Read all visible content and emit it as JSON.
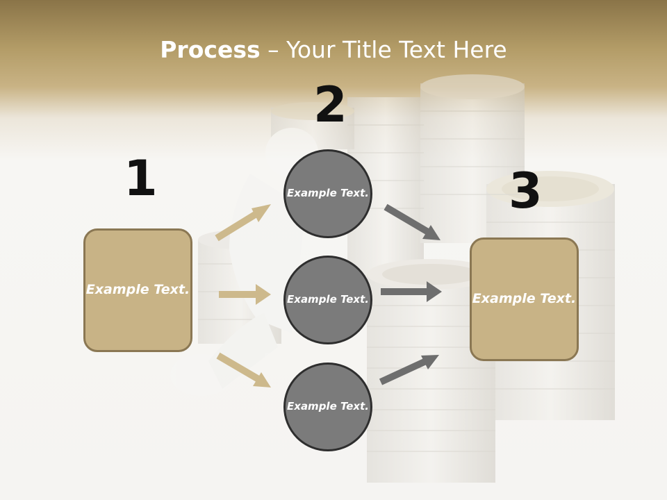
{
  "title": {
    "bold": "Process",
    "dash": " – ",
    "rest": "Your Title Text Here"
  },
  "steps": [
    {
      "number": "1",
      "text": "Example Text."
    },
    {
      "number": "2",
      "items": [
        "Example Text.",
        "Example Text.",
        "Example Text."
      ]
    },
    {
      "number": "3",
      "text": "Example Text."
    }
  ],
  "colors": {
    "box_fill": "#c8b386",
    "box_border": "#8a7753",
    "circle_fill": "#7b7b7b",
    "circle_border": "#2e2e2e",
    "tan_arrow": "#cdb98c",
    "gray_arrow": "#6e6e6e",
    "header_top": "#8a7448"
  }
}
